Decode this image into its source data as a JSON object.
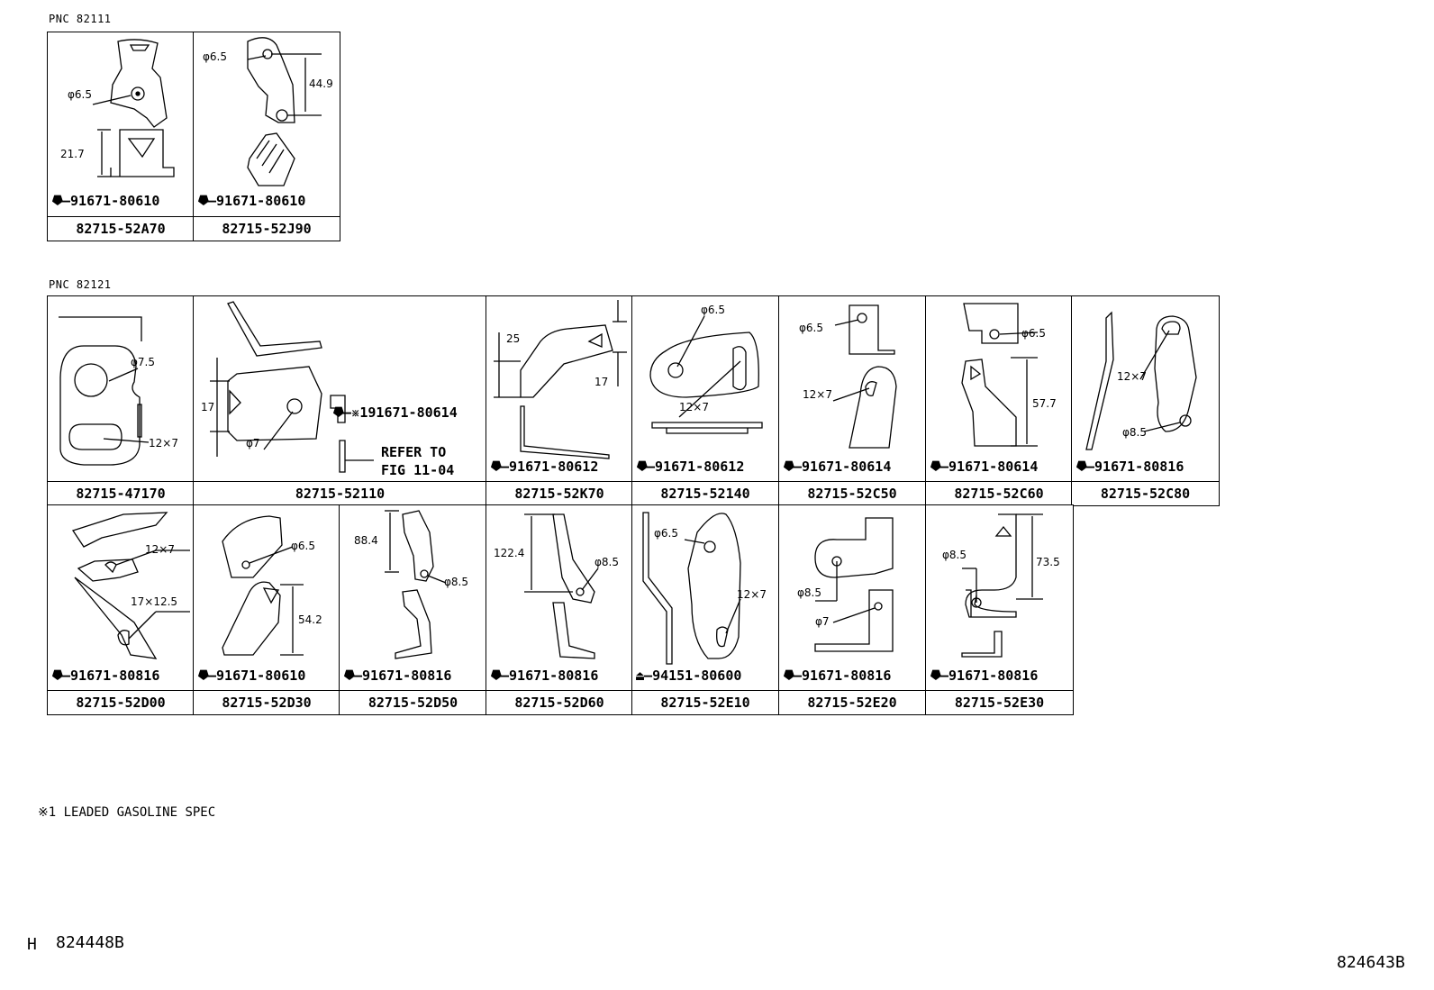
{
  "groups": [
    {
      "pnc": "PNC 82111"
    },
    {
      "pnc": "PNC 82121"
    }
  ],
  "cells": [
    {
      "part": "82715-52A70",
      "bolt": "91671-80610",
      "dims": [
        "φ6.5",
        "21.7"
      ]
    },
    {
      "part": "82715-52J90",
      "bolt": "91671-80610",
      "dims": [
        "φ6.5",
        "44.9"
      ]
    },
    {
      "part": "82715-47170",
      "bolt": "",
      "dims": [
        "φ7.5",
        "12×7"
      ]
    },
    {
      "part": "82715-52110",
      "bolt": "※191671-80614",
      "refer": "REFER TO",
      "refer2": "FIG 11-04",
      "dims": [
        "17",
        "φ7"
      ]
    },
    {
      "part": "82715-52K70",
      "bolt": "91671-80612",
      "dims": [
        "25",
        "17"
      ]
    },
    {
      "part": "82715-52140",
      "bolt": "91671-80612",
      "dims": [
        "φ6.5",
        "12×7"
      ]
    },
    {
      "part": "82715-52C50",
      "bolt": "91671-80614",
      "dims": [
        "φ6.5",
        "12×7"
      ]
    },
    {
      "part": "82715-52C60",
      "bolt": "91671-80614",
      "dims": [
        "φ6.5",
        "57.7"
      ]
    },
    {
      "part": "82715-52C80",
      "bolt": "91671-80816",
      "dims": [
        "12×7",
        "φ8.5"
      ]
    },
    {
      "part": "82715-52D00",
      "bolt": "91671-80816",
      "dims": [
        "12×7",
        "17×12.5"
      ]
    },
    {
      "part": "82715-52D30",
      "bolt": "91671-80610",
      "dims": [
        "φ6.5",
        "54.2"
      ]
    },
    {
      "part": "82715-52D50",
      "bolt": "91671-80816",
      "dims": [
        "88.4",
        "φ8.5"
      ]
    },
    {
      "part": "82715-52D60",
      "bolt": "91671-80816",
      "dims": [
        "122.4",
        "φ8.5"
      ]
    },
    {
      "part": "82715-52E10",
      "bolt": "94151-80600",
      "dims": [
        "φ6.5",
        "12×7"
      ]
    },
    {
      "part": "82715-52E20",
      "bolt": "91671-80816",
      "dims": [
        "φ8.5",
        "φ7"
      ]
    },
    {
      "part": "82715-52E30",
      "bolt": "91671-80816",
      "dims": [
        "φ8.5",
        "73.5"
      ]
    }
  ],
  "note": "※1 LEADED GASOLINE SPEC",
  "footer": {
    "left_code": "H",
    "left_id": "824448B",
    "right_id": "824643B"
  }
}
